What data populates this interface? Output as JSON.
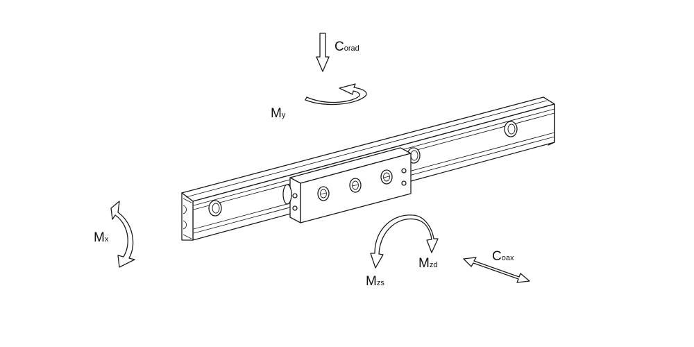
{
  "labels": {
    "c_rad": {
      "main": "C",
      "sub": "orad"
    },
    "m_y": {
      "main": "M",
      "sub": "y"
    },
    "m_x": {
      "main": "M",
      "sub": "x"
    },
    "m_zs": {
      "main": "M",
      "sub": "zs"
    },
    "m_zd": {
      "main": "M",
      "sub": "zd"
    },
    "c_ax": {
      "main": "C",
      "sub": "oax"
    }
  },
  "colors": {
    "stroke": "#1a1a1a",
    "background": "#ffffff"
  }
}
